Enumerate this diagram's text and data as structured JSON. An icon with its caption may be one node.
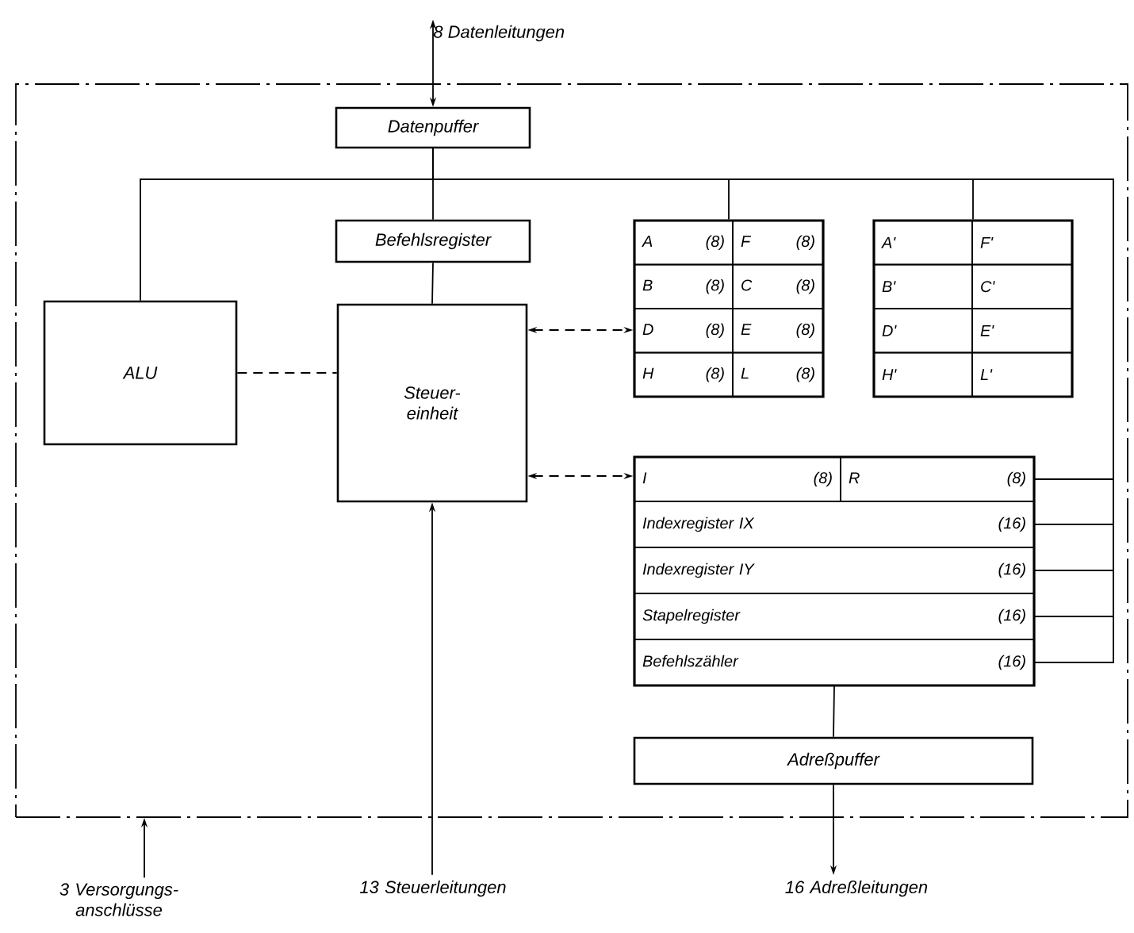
{
  "diagram": {
    "nodes": [
      {
        "text": [],
        "shape": "box"
      },
      {
        "text": [
          "8 Datenleitungen"
        ]
      },
      {
        "text": [
          "Datenpuffer"
        ],
        "in": 0
      },
      {
        "text": [
          "Befehlsregister"
        ],
        "in": 0
      },
      {
        "text": [
          "ALU"
        ],
        "in": 0
      },
      {
        "text": [
          "Steuer- einheit"
        ],
        "in": 0
      },
      {
        "text": [],
        "shape": "box",
        "in": 0
      },
      {
        "text": [
          "A",
          "(8)"
        ],
        "in": 6
      },
      {
        "text": [
          "F",
          "(8)"
        ],
        "in": 6
      },
      {
        "text": [
          "B",
          "(8)"
        ],
        "in": 6
      },
      {
        "text": [
          "C",
          "(8)"
        ],
        "in": 6
      },
      {
        "text": [
          "D",
          "(8)"
        ],
        "in": 6
      },
      {
        "text": [
          "E",
          "(8)"
        ],
        "in": 6
      },
      {
        "text": [
          "H",
          "(8)"
        ],
        "in": 6
      },
      {
        "text": [
          "L",
          "(8)"
        ],
        "in": 6
      },
      {
        "text": [],
        "shape": "box",
        "in": 0
      },
      {
        "text": [
          "A'"
        ],
        "in": 15
      },
      {
        "text": [
          "F'"
        ],
        "in": 15
      },
      {
        "text": [
          "B'"
        ],
        "in": 15
      },
      {
        "text": [
          "C'"
        ],
        "in": 15
      },
      {
        "text": [
          "D'"
        ],
        "in": 15
      },
      {
        "text": [
          "E'"
        ],
        "in": 15
      },
      {
        "text": [
          "H'"
        ],
        "in": 15
      },
      {
        "text": [
          "L'"
        ],
        "in": 15
      },
      {
        "text": [],
        "shape": "box",
        "in": 0
      },
      {
        "text": [
          "I",
          "(8)"
        ],
        "in": 24
      },
      {
        "text": [
          "R",
          "(8)"
        ],
        "in": 24
      },
      {
        "text": [
          "Indexregister IX",
          "(16)"
        ],
        "in": 24
      },
      {
        "text": [
          "Indexregister IY",
          "(16)"
        ],
        "in": 24
      },
      {
        "text": [
          "Stapelregister",
          "(16)"
        ],
        "in": 24
      },
      {
        "text": [
          "Befehlszähler",
          "(16)"
        ],
        "in": 24
      },
      {
        "text": [
          "Adreßpuffer"
        ],
        "in": 0
      },
      {
        "text": [
          "3 Versorgungs- anschlüsse"
        ]
      },
      {
        "text": [
          "13 Steuerleitungen"
        ]
      },
      {
        "text": [
          "16 Adreßleitungen"
        ]
      }
    ],
    "edges": [
      {
        "from": 1,
        "to": 2,
        "arrow": "both"
      },
      {
        "from": 2,
        "to": 3,
        "arrow": "none"
      },
      {
        "from": 2,
        "to": 4,
        "arrow": "none"
      },
      {
        "from": 2,
        "to": 6,
        "arrow": "none"
      },
      {
        "from": 2,
        "to": 15,
        "arrow": "none"
      },
      {
        "from": 2,
        "to": 26,
        "arrow": "none"
      },
      {
        "from": 2,
        "to": 27,
        "arrow": "none"
      },
      {
        "from": 2,
        "to": 28,
        "arrow": "none"
      },
      {
        "from": 2,
        "to": 29,
        "arrow": "none"
      },
      {
        "from": 2,
        "to": 30,
        "arrow": "none"
      },
      {
        "from": 3,
        "to": 5,
        "arrow": "none"
      },
      {
        "from": 4,
        "to": 5,
        "arrow": "none",
        "style": "dashed"
      },
      {
        "from": 5,
        "to": 6,
        "arrow": "both",
        "style": "dashed"
      },
      {
        "from": 5,
        "to": 24,
        "arrow": "both",
        "style": "dashed"
      },
      {
        "from": 33,
        "to": 5,
        "arrow": "to"
      },
      {
        "from": 30,
        "to": 31,
        "arrow": "none"
      },
      {
        "from": 31,
        "to": 34,
        "arrow": "to"
      },
      {
        "from": 32,
        "to": 0,
        "arrow": "to"
      }
    ]
  }
}
